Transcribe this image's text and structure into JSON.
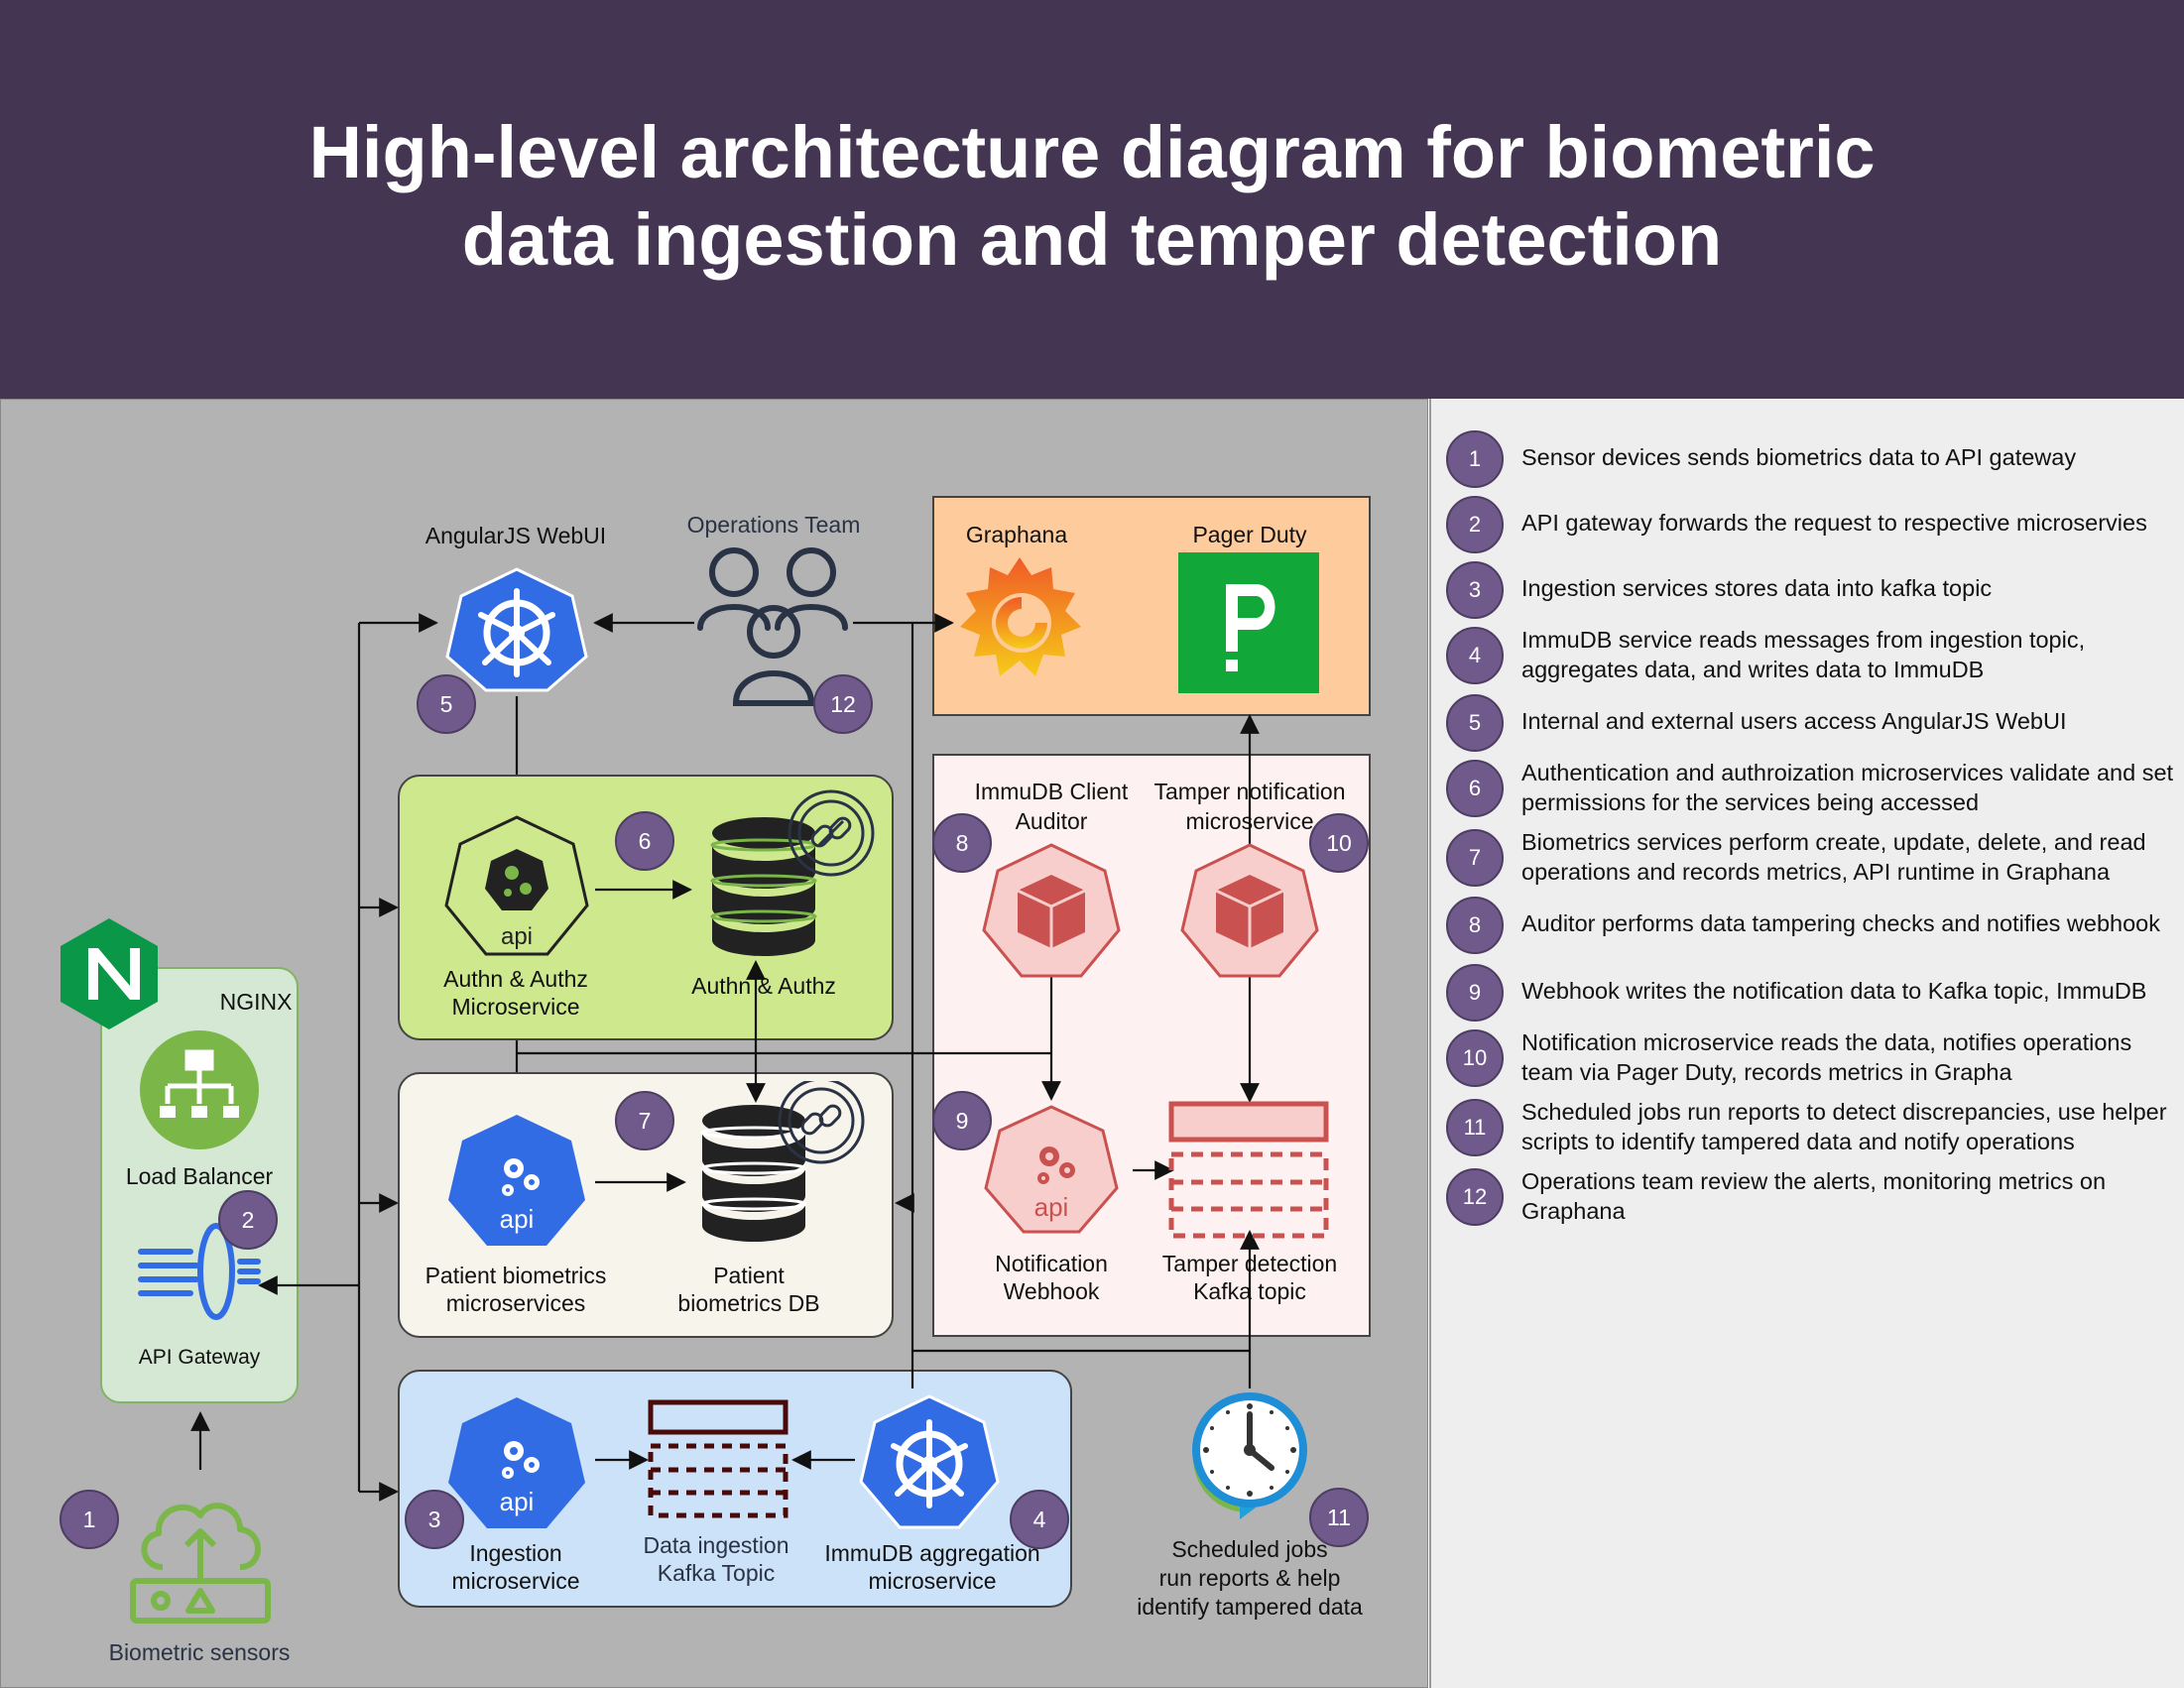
{
  "title": {
    "line1": "High-level architecture diagram for biometric",
    "line2": "data ingestion and temper detection"
  },
  "nodes": {
    "angular_webui": "AngularJS WebUI",
    "operations_team": "Operations Team",
    "graphana": "Graphana",
    "pager_duty": "Pager Duty",
    "nginx": "NGINX",
    "load_balancer": "Load Balancer",
    "api_gateway": "API Gateway",
    "biometric_sensors": "Biometric sensors",
    "authn_ms_l1": "Authn & Authz",
    "authn_ms_l2": "Microservice",
    "authn_db": "Authn & Authz",
    "patient_ms_l1": "Patient biometrics",
    "patient_ms_l2": "microservices",
    "patient_db_l1": "Patient",
    "patient_db_l2": "biometrics DB",
    "ingestion_ms_l1": "Ingestion",
    "ingestion_ms_l2": "microservice",
    "ingestion_topic_l1": "Data ingestion",
    "ingestion_topic_l2": "Kafka Topic",
    "immudb_agg_l1": "ImmuDB aggregation",
    "immudb_agg_l2": "microservice",
    "auditor_l1": "ImmuDB Client",
    "auditor_l2": "Auditor",
    "tamper_ms_l1": "Tamper notification",
    "tamper_ms_l2": "microservice",
    "webhook_l1": "Notification",
    "webhook_l2": "Webhook",
    "tamper_topic_l1": "Tamper detection",
    "tamper_topic_l2": "Kafka topic",
    "jobs_l1": "Scheduled jobs",
    "jobs_l2": "run reports & help",
    "jobs_l3": "identify tampered data",
    "api_text": "api"
  },
  "badges": [
    "1",
    "2",
    "3",
    "4",
    "5",
    "6",
    "7",
    "8",
    "9",
    "10",
    "11",
    "12"
  ],
  "legend": [
    {
      "num": "1",
      "text": "Sensor devices sends biometrics data to API gateway"
    },
    {
      "num": "2",
      "text": "API gateway forwards the request to respective microservies"
    },
    {
      "num": "3",
      "text": "Ingestion services stores data into kafka topic"
    },
    {
      "num": "4",
      "text": "ImmuDB service reads messages from ingestion topic, aggregates data, and writes data to ImmuDB"
    },
    {
      "num": "5",
      "text": "Internal and external users access AngularJS WebUI"
    },
    {
      "num": "6",
      "text": "Authentication and authroization microservices validate and set permissions for the services being accessed"
    },
    {
      "num": "7",
      "text": "Biometrics services perform create, update, delete, and read operations and records metrics, API runtime in Graphana"
    },
    {
      "num": "8",
      "text": "Auditor performs data tampering checks and notifies webhook"
    },
    {
      "num": "9",
      "text": "Webhook writes the notification data to Kafka topic, ImmuDB"
    },
    {
      "num": "10",
      "text": "Notification microservice reads the data, notifies operations team via Pager Duty, records metrics in Grapha"
    },
    {
      "num": "11",
      "text": "Scheduled jobs run reports to detect discrepancies, use helper scripts to identify tampered data and notify operations"
    },
    {
      "num": "12",
      "text": "Operations team review the alerts, monitoring metrics on Graphana"
    }
  ],
  "colors": {
    "header": "#443653",
    "canvas": "#b3b3b3",
    "badge": "#705a8b",
    "k8s_blue": "#326ce5",
    "authn_green": "#cde88d",
    "patient_bg": "#f7f4ec",
    "ingest_bg": "#cce2f8",
    "monitor_bg": "#fecc9c",
    "tamper_bg": "#fef1f1",
    "tamper_red": "#c9514f",
    "kafka_dark": "#4a0a0a",
    "nginx_green": "#0b9748",
    "pagerduty": "#11a839"
  }
}
